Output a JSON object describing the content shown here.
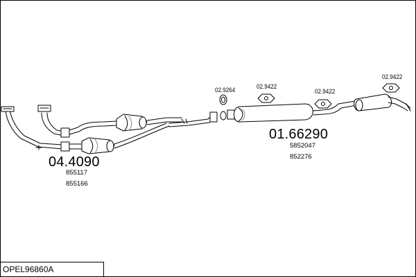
{
  "assembly_code": "OPEL96860A",
  "parts": {
    "front_pipe": {
      "number": "04.4090",
      "refs": [
        "855117",
        "855166"
      ]
    },
    "rear_section": {
      "number": "01.66290",
      "refs": [
        "5852047",
        "852276"
      ]
    },
    "gasket": {
      "number": "02.9264"
    },
    "rubber_mount_a": {
      "number": "02.9422"
    },
    "rubber_mount_b": {
      "number": "02.9422"
    },
    "rubber_mount_c": {
      "number": "02.9422"
    }
  },
  "colors": {
    "line": "#000000",
    "part_fill": "#ffffff",
    "shade": "#bdbdbd"
  }
}
